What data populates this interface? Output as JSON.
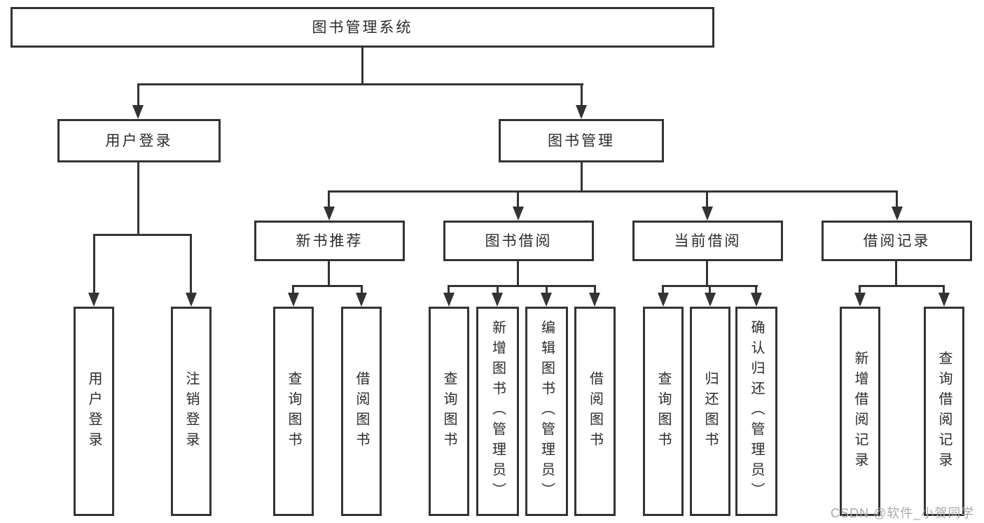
{
  "tree": {
    "root": "图书管理系统",
    "branches": [
      {
        "label": "用户登录",
        "children": [
          "用户登录",
          "注销登录"
        ]
      },
      {
        "label": "图书管理",
        "sections": [
          {
            "label": "新书推荐",
            "children": [
              "查询图书",
              "借阅图书"
            ]
          },
          {
            "label": "图书借阅",
            "children": [
              "查询图书",
              "新增图书（管理员）",
              "编辑图书（管理员）",
              "借阅图书"
            ]
          },
          {
            "label": "当前借阅",
            "children": [
              "查询图书",
              "归还图书",
              "确认归还（管理员）"
            ]
          },
          {
            "label": "借阅记录",
            "children": [
              "新增借阅记录",
              "查询借阅记录"
            ]
          }
        ]
      }
    ]
  },
  "watermark": {
    "text": "CSDN @软件_小贺同学"
  },
  "colors": {
    "line": "#333333",
    "text": "#2b2b2b",
    "watermark": "#a9a9a9",
    "background": "#ffffff"
  }
}
